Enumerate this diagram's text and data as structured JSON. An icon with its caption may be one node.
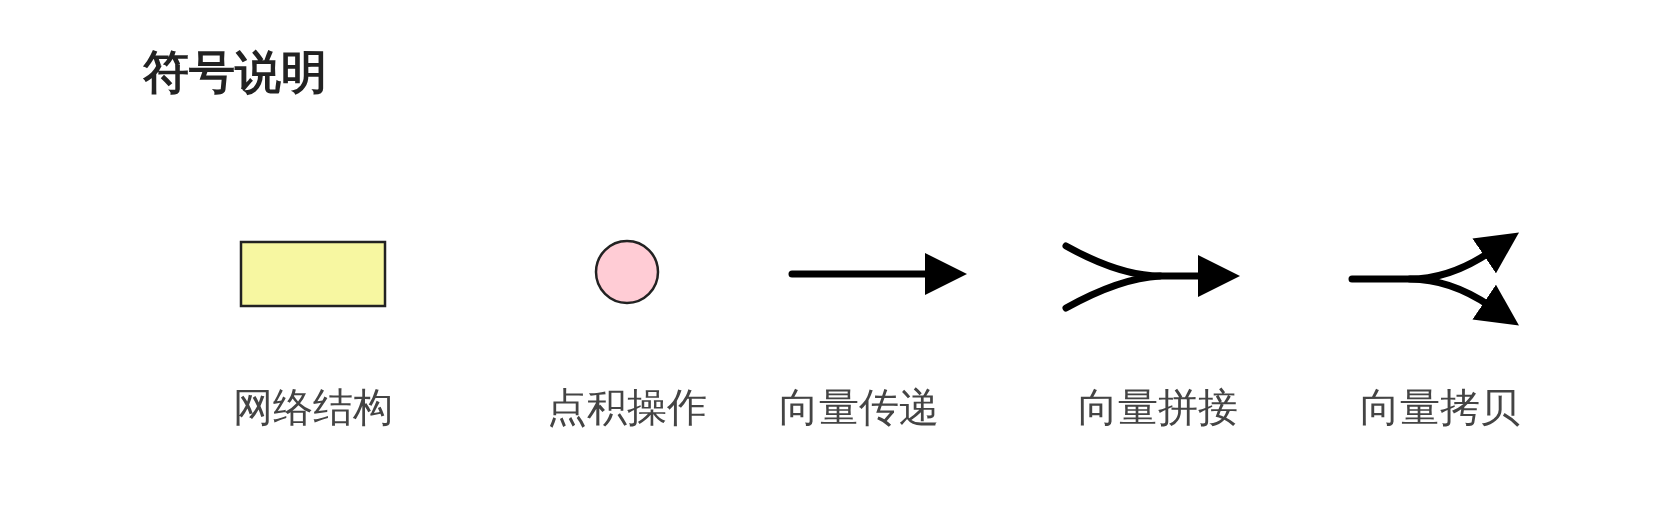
{
  "diagram": {
    "title": "符号说明",
    "legend": [
      {
        "text": "网络结构",
        "color": "#f7f7a1"
      },
      {
        "text": "点积操作",
        "color": "#ffccd5"
      },
      {
        "text": "向量传递"
      },
      {
        "text": "向量拼接"
      },
      {
        "text": "向量拷贝"
      }
    ]
  }
}
